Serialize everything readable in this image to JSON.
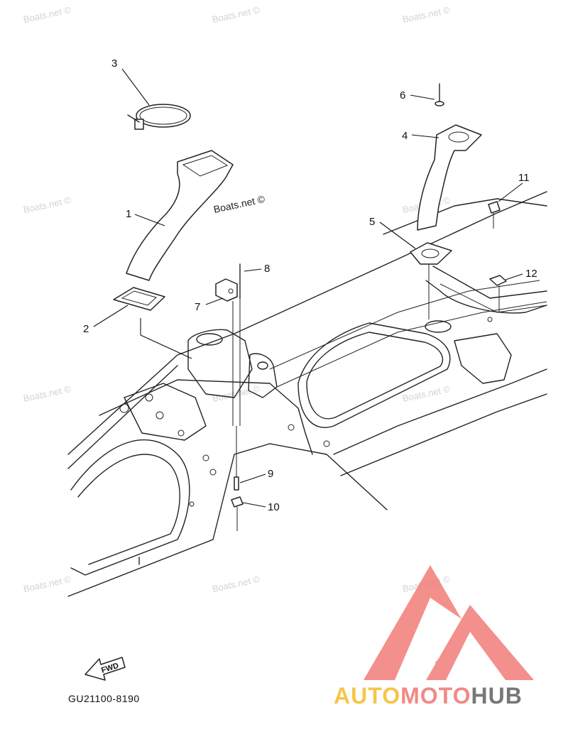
{
  "callouts": [
    {
      "id": "3",
      "label": "3"
    },
    {
      "id": "1",
      "label": "1"
    },
    {
      "id": "2",
      "label": "2"
    },
    {
      "id": "6",
      "label": "6"
    },
    {
      "id": "4",
      "label": "4"
    },
    {
      "id": "5",
      "label": "5"
    },
    {
      "id": "11",
      "label": "11"
    },
    {
      "id": "12",
      "label": "12"
    },
    {
      "id": "8",
      "label": "8"
    },
    {
      "id": "7",
      "label": "7"
    },
    {
      "id": "9",
      "label": "9"
    },
    {
      "id": "10",
      "label": "10"
    }
  ],
  "copyright_label": "Boats.net ©",
  "watermark_text": "Boats.net ©",
  "fwd_label": "FWD",
  "diagram_code": "GU21100-8190",
  "brand": {
    "part1": "AUTO",
    "part2": "MOTO",
    "part3": "HUB"
  },
  "colors": {
    "brand_yellow": "#f6c54a",
    "brand_red": "#f08a86",
    "brand_gray": "#777777",
    "logo_triangle": "#f27c78"
  }
}
